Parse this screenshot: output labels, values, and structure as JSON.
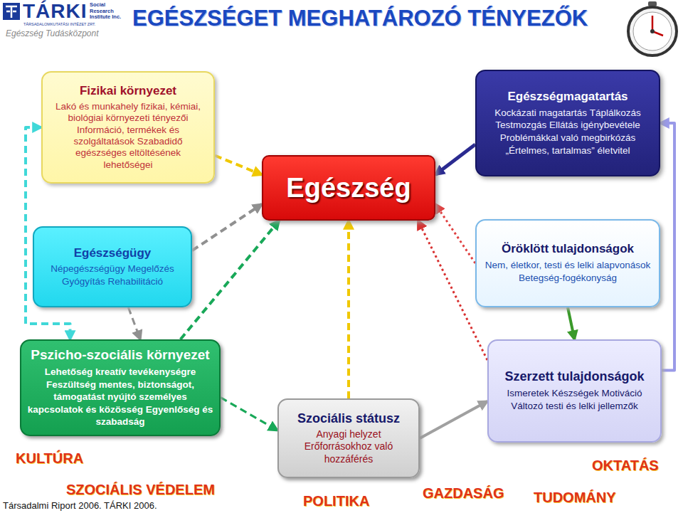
{
  "diagram": {
    "title": "EGÉSZSÉGET MEGHATÁROZÓ TÉNYEZŐK",
    "nodes": [
      {
        "text": [
          "Fizikai környezet",
          "Lakó és munkahely fizikai, kémiai, biológiai környezeti tényezői Információ, termékek és szolgáltatások Szabadidő egészséges eltöltésének lehetőségei"
        ]
      },
      {
        "text": [
          "Egészség"
        ]
      },
      {
        "text": [
          "Egészségmagatartás",
          "Kockázati magatartás Táplálkozás Testmozgás Ellátás igénybevétele Problémákkal való megbirkózás „Értelmes, tartalmas” életvitel"
        ]
      },
      {
        "text": [
          "Egészségügy",
          "Népegészségügy Megelőzés Gyógyítás Rehabilitáció"
        ]
      },
      {
        "text": [
          "Öröklött tulajdonságok",
          "Nem, életkor, testi és lelki alapvonások Betegség-fogékonyság"
        ]
      },
      {
        "text": [
          "Pszicho-szociális környezet",
          "Lehetőség kreatív tevékenységre Feszültség mentes, biztonságot, támogatást nyújtó személyes kapcsolatok és közösség Egyenlőség és szabadság"
        ]
      },
      {
        "text": [
          "Szociális státusz",
          "Anyagi helyzet Erőforrásokhoz való hozzáférés"
        ]
      },
      {
        "text": [
          "Szerzett tulajdonságok",
          "Ismeretek Készségek Motiváció Változó testi és lelki jellemzők"
        ]
      }
    ],
    "edges": [
      {
        "from": 0,
        "to": 1,
        "arrow": "to"
      },
      {
        "from": 2,
        "to": 1,
        "arrow": "to"
      },
      {
        "from": 3,
        "to": 1,
        "arrow": "to"
      },
      {
        "from": 4,
        "to": 1,
        "arrow": "to"
      },
      {
        "from": 5,
        "to": 1,
        "arrow": "to"
      },
      {
        "from": 6,
        "to": 1,
        "arrow": "to"
      },
      {
        "from": 7,
        "to": 1,
        "arrow": "to"
      },
      {
        "from": 4,
        "to": 7,
        "arrow": "to"
      },
      {
        "from": 7,
        "to": 2,
        "arrow": "to"
      },
      {
        "from": 6,
        "to": 7,
        "arrow": "to"
      },
      {
        "from": 0,
        "to": 5,
        "arrow": "both"
      },
      {
        "from": 3,
        "to": 5,
        "arrow": "to"
      },
      {
        "from": 5,
        "to": 6,
        "arrow": "to"
      }
    ],
    "labels": [
      "TÁRKI",
      "Social Research Institute Inc.",
      "TÁRSADALOMKUTATÁSI INTÉZET ZRT.",
      "Egészség Tudásközpont",
      "KULTÚRA",
      "SZOCIÁLIS VÉDELEM",
      "Társadalmi Riport 2006. TÁRKI 2006.",
      "POLITIKA",
      "GAZDASÁG",
      "OKTATÁS",
      "TUDOMÁNY"
    ]
  }
}
